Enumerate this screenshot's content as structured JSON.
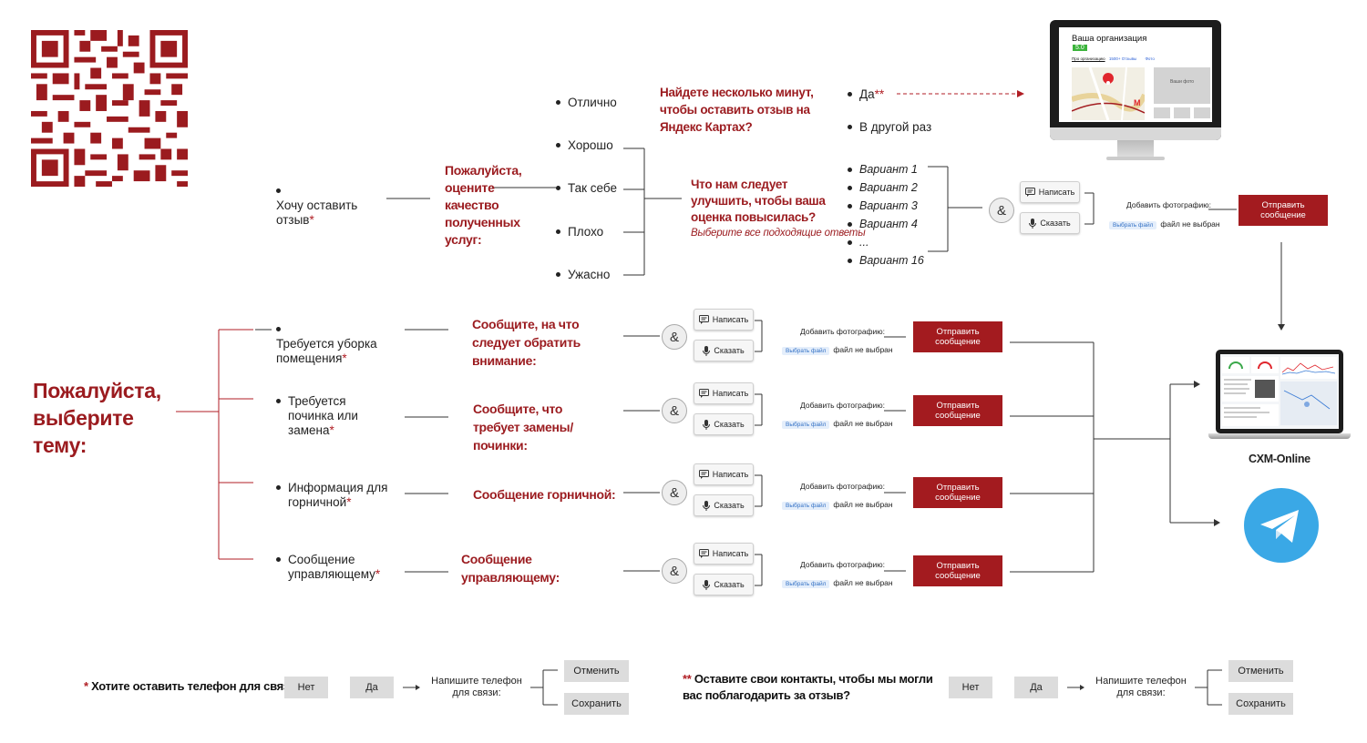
{
  "main_title": "Пожалуйста, выберите тему:",
  "review": {
    "topic": "Хочу оставить отзыв",
    "rate_question": "Пожалуйста, оцените качество полученных услуг:",
    "ratings": [
      "Отлично",
      "Хорошо",
      "Так себе",
      "Плохо",
      "Ужасно"
    ],
    "yandex_question": "Найдете несколько минут, чтобы оставить отзыв на Яндекс Картах?",
    "yes": "Да",
    "later": "В другой раз",
    "improve_question": "Что нам следует улучшить, чтобы ваша оценка повысилась?",
    "improve_hint": "Выберите все подходящие ответы",
    "variants": [
      "Вариант 1",
      "Вариант 2",
      "Вариант 3",
      "Вариант 4",
      "...",
      "Вариант 16"
    ]
  },
  "widget": {
    "write": "Написать",
    "say": "Сказать",
    "amp": "&",
    "add_photo": "Добавить фотографию:",
    "choose_file": "Выбрать файл",
    "no_file": "файл не выбран",
    "send": "Отправить сообщение"
  },
  "topics": [
    {
      "label": "Требуется уборка помещения",
      "question": "Сообщите, на что следует обратить внимание:"
    },
    {
      "label": "Требуется починка или замена",
      "question": "Сообщите, что требует замены/починки:"
    },
    {
      "label": "Информация для горничной",
      "question": "Сообщение горничной:"
    },
    {
      "label": "Сообщение управляющему",
      "question": "Сообщение управляющему:"
    }
  ],
  "monitor": {
    "org": "Ваша организация",
    "rating": "5.0",
    "tabs": [
      "Про организацию",
      "1500+ Отзывы",
      "Фото"
    ],
    "photo": "Ваши фото"
  },
  "cxm": "CXM-Online",
  "phone1": {
    "question": "Хотите оставить телефон для связи?",
    "no": "Нет",
    "yes": "Да",
    "prompt": "Напишите телефон для связи:",
    "cancel": "Отменить",
    "save": "Сохранить"
  },
  "phone2": {
    "question": "Оставите свои контакты, чтобы мы могли вас поблагодарить за отзыв?",
    "no": "Нет",
    "yes": "Да",
    "prompt": "Напишите телефон для связи:",
    "cancel": "Отменить",
    "save": "Сохранить"
  },
  "colors": {
    "accent": "#9b1b1f",
    "telegram": "#3aa8e6"
  }
}
